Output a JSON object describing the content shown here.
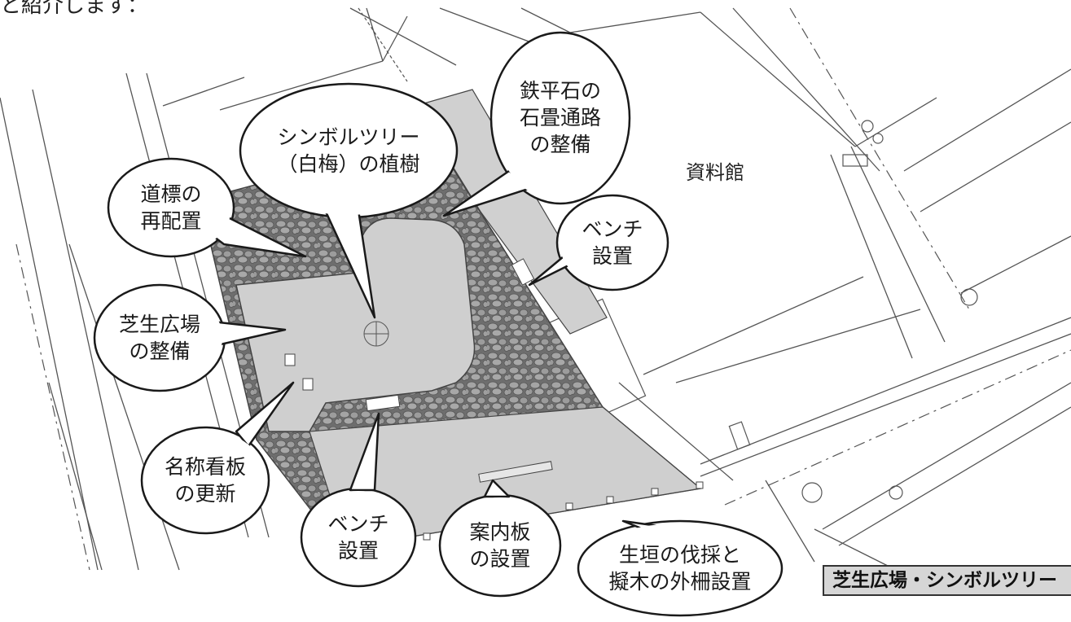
{
  "header": {
    "intro_tail": "と紹介します："
  },
  "map": {
    "building_label": "資料館"
  },
  "callouts": [
    {
      "id": "road-marker",
      "lines": [
        "道標の",
        "再配置"
      ]
    },
    {
      "id": "symbol-tree",
      "lines": [
        "シンボルツリー",
        "（白梅）の植樹"
      ]
    },
    {
      "id": "stone-path",
      "lines": [
        "鉄平石の",
        "石畳通路",
        "の整備"
      ]
    },
    {
      "id": "bench-right",
      "lines": [
        "ベンチ",
        "設置"
      ]
    },
    {
      "id": "lawn",
      "lines": [
        "芝生広場",
        "の整備"
      ]
    },
    {
      "id": "name-sign",
      "lines": [
        "名称看板",
        "の更新"
      ]
    },
    {
      "id": "bench-bottom",
      "lines": [
        "ベンチ",
        "設置"
      ]
    },
    {
      "id": "guide-board",
      "lines": [
        "案内板",
        "の設置"
      ]
    },
    {
      "id": "hedge",
      "lines": [
        "生垣の伐採と",
        "擬木の外柵設置"
      ]
    }
  ],
  "caption": {
    "text": "芝生広場・シンボルツリー"
  },
  "colors": {
    "paving": "#8a8a8a",
    "lawn": "#cfcfcf",
    "line": "#555555"
  }
}
